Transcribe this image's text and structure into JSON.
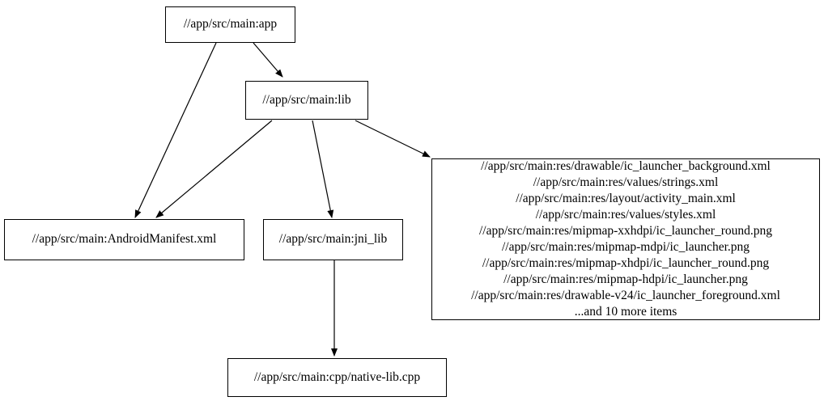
{
  "diagram": {
    "type": "dependency-graph",
    "nodes": {
      "app": {
        "label": "//app/src/main:app"
      },
      "lib": {
        "label": "//app/src/main:lib"
      },
      "manifest": {
        "label": "//app/src/main:AndroidManifest.xml"
      },
      "jni_lib": {
        "label": "//app/src/main:jni_lib"
      },
      "res": {
        "lines": [
          "//app/src/main:res/drawable/ic_launcher_background.xml",
          "//app/src/main:res/values/strings.xml",
          "//app/src/main:res/layout/activity_main.xml",
          "//app/src/main:res/values/styles.xml",
          "//app/src/main:res/mipmap-xxhdpi/ic_launcher_round.png",
          "//app/src/main:res/mipmap-mdpi/ic_launcher.png",
          "//app/src/main:res/mipmap-xhdpi/ic_launcher_round.png",
          "//app/src/main:res/mipmap-hdpi/ic_launcher.png",
          "//app/src/main:res/drawable-v24/ic_launcher_foreground.xml",
          "...and 10 more items"
        ]
      },
      "cpp": {
        "label": "//app/src/main:cpp/native-lib.cpp"
      }
    },
    "edges": [
      {
        "from": "app",
        "to": "lib"
      },
      {
        "from": "app",
        "to": "manifest"
      },
      {
        "from": "lib",
        "to": "manifest"
      },
      {
        "from": "lib",
        "to": "jni_lib"
      },
      {
        "from": "lib",
        "to": "res"
      },
      {
        "from": "jni_lib",
        "to": "cpp"
      }
    ],
    "colors": {
      "background": "#ffffff",
      "node_border": "#000000",
      "text": "#000000",
      "edge": "#000000"
    }
  }
}
